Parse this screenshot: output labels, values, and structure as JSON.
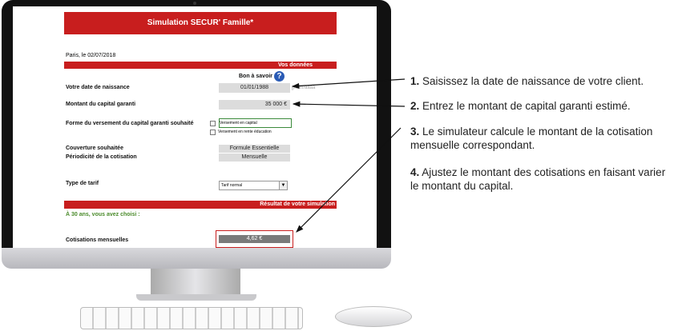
{
  "sheet": {
    "title": "Simulation SECUR' Famille*",
    "date_line": "Paris, le 02/07/2018",
    "section_data": "Vos données",
    "bon_a_savoir": "Bon à savoir",
    "help_icon": "?",
    "birthdate_label": "Votre date de naissance",
    "birthdate_value": "01/01/1988",
    "birthdate_hint": "jj/mm/aaaa",
    "capital_label": "Montant du capital garanti",
    "capital_value": "35 000 €",
    "versement_label": "Forme du versement du capital garanti souhaité",
    "option_capital": "Versement en capital",
    "option_rente": "Versement en rente éducation",
    "couverture_label": "Couverture souhaitée",
    "couverture_value": "Formule Essentielle",
    "periodicite_label": "Périodicité de la cotisation",
    "periodicite_value": "Mensuelle",
    "tarif_label": "Type de tarif",
    "tarif_value": "Tarif normal",
    "section_result": "Résultat de votre simulation",
    "age_line": "À 30 ans, vous avez choisi :",
    "cotisation_label": "Cotisations mensuelles",
    "cotisation_value": "4,62 €"
  },
  "steps": [
    {
      "num": "1.",
      "text": "Saisissez la date de naissance de votre client."
    },
    {
      "num": "2.",
      "text": "Entrez le montant de capital garanti estimé."
    },
    {
      "num": "3.",
      "text": "Le simulateur calcule le montant de la cotisation mensuelle correspondant."
    },
    {
      "num": "4.",
      "text": "Ajustez le montant des cotisations en faisant varier le montant du capital."
    }
  ],
  "colors": {
    "accent": "#c81e1e",
    "green": "#4a8a2a"
  }
}
